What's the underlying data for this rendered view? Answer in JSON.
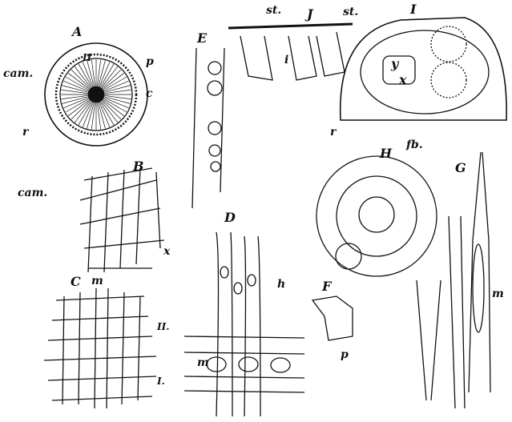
{
  "panels": {
    "A": {
      "letter": "A",
      "labels": {
        "inner": "II",
        "cam": "cam.",
        "p": "p",
        "c": "c",
        "r": "r"
      }
    },
    "B": {
      "letter": "B",
      "labels": {
        "cam": "cam.",
        "x": "x"
      }
    },
    "C": {
      "letter": "C",
      "labels": {
        "m": "m",
        "II": "II.",
        "I": "I."
      }
    },
    "D": {
      "letter": "D",
      "labels": {
        "h": "h",
        "m": "m"
      }
    },
    "E": {
      "letter": "E"
    },
    "F": {
      "letter": "F",
      "labels": {
        "p": "p"
      }
    },
    "J": {
      "letter": "J",
      "labels": {
        "st": "st.",
        "i": "i"
      }
    },
    "I": {
      "letter": "I",
      "labels": {
        "st": "st.",
        "y": "y",
        "x": "x",
        "r": "r",
        "fb": "fb."
      }
    },
    "H": {
      "letter": "H"
    },
    "G": {
      "letter": "G",
      "labels": {
        "m": "m"
      }
    }
  },
  "colors": {
    "ink": "#111111",
    "paper": "#ffffff"
  }
}
